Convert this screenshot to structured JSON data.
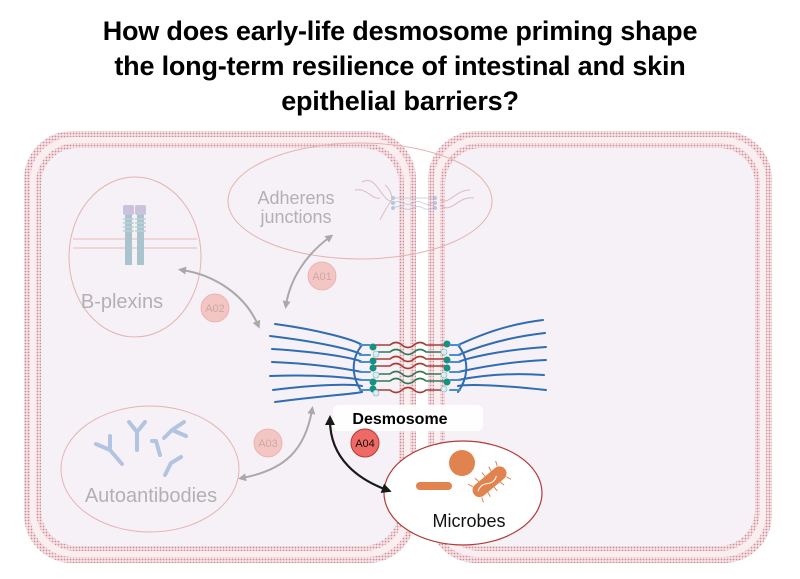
{
  "title": {
    "lines": [
      "How does early-life desmosome priming shape",
      "the long-term resilience of intestinal and skin",
      "epithelial barriers?"
    ]
  },
  "nodes": {
    "adherens": {
      "line1": "Adherens",
      "line2": "junctions",
      "badge": "A01"
    },
    "bplexins": {
      "label": "B-plexins",
      "badge": "A02"
    },
    "autoantibodies": {
      "label": "Autoantibodies",
      "badge": "A03"
    },
    "microbes": {
      "label": "Microbes",
      "badge": "A04"
    },
    "desmosome": {
      "label": "Desmosome"
    }
  },
  "colors": {
    "membrane": "#c98f98",
    "cell_fill": "#f6f1f6",
    "faded_text": "#b3b0b3",
    "faded_badge": "#f4c6c3",
    "active_badge": "#ef6a64",
    "filament": "#2f6db3",
    "microbe": "#e0834e",
    "ellipse_stroke": "#e5aeab",
    "microbe_ellipse_stroke": "#b23a3a"
  }
}
